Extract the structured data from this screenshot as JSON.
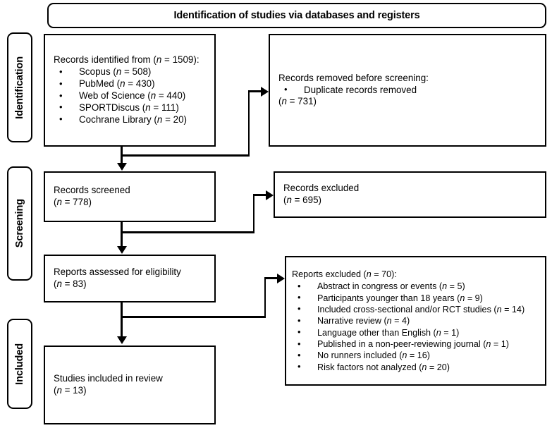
{
  "header": {
    "title": "Identification of studies via databases and registers"
  },
  "stages": [
    {
      "id": "identification",
      "label": "Identification"
    },
    {
      "id": "screening",
      "label": "Screening"
    },
    {
      "id": "included",
      "label": "Included"
    }
  ],
  "boxes": {
    "records_identified": {
      "lead_prefix": "Records identified from (",
      "lead_n": "n",
      "lead_suffix": " = 1509):",
      "sources": [
        {
          "name": "Scopus (",
          "n": "n",
          "count": " = 508)"
        },
        {
          "name": "PubMed (",
          "n": "n",
          "count": " = 430)"
        },
        {
          "name": "Web of Science (",
          "n": "n",
          "count": " = 440)"
        },
        {
          "name": "SPORTDiscus (",
          "n": "n",
          "count": " = 111)"
        },
        {
          "name": "Cochrane Library (",
          "n": "n",
          "count": " = 20)"
        }
      ]
    },
    "records_removed": {
      "lead": "Records removed before screening:",
      "bullet": "Duplicate records removed",
      "count_prefix": "(",
      "count_n": "n",
      "count_suffix": " = 731)"
    },
    "records_screened": {
      "lead": "Records screened",
      "count_prefix": "(",
      "count_n": "n",
      "count_suffix": " = 778)"
    },
    "records_excluded": {
      "lead": "Records excluded",
      "count_prefix": "(",
      "count_n": "n",
      "count_suffix": " = 695)"
    },
    "reports_assessed": {
      "lead": "Reports assessed for eligibility",
      "count_prefix": "(",
      "count_n": "n",
      "count_suffix": " = 83)"
    },
    "reports_excluded": {
      "lead_prefix": "Reports excluded (",
      "lead_n": "n",
      "lead_suffix": " = 70):",
      "reasons": [
        {
          "text": "Abstract in congress or events (",
          "n": "n",
          "count": " = 5)"
        },
        {
          "text": "Participants younger than 18 years (",
          "n": "n",
          "count": " = 9)"
        },
        {
          "text": "Included cross-sectional and/or RCT studies (",
          "n": "n",
          "count": " = 14)"
        },
        {
          "text": "Narrative review (",
          "n": "n",
          "count": " = 4)"
        },
        {
          "text": "Language other than English (",
          "n": "n",
          "count": " = 1)"
        },
        {
          "text": "Published in a non-peer-reviewing journal (",
          "n": "n",
          "count": " = 1)"
        },
        {
          "text": "No runners included (",
          "n": "n",
          "count": " = 16)"
        },
        {
          "text": "Risk factors not analyzed (",
          "n": "n",
          "count": " = 20)"
        }
      ]
    },
    "studies_included": {
      "lead": "Studies included in review",
      "count_prefix": "(",
      "count_n": "n",
      "count_suffix": " = 13)"
    }
  },
  "colors": {
    "stroke": "#000000",
    "background": "#ffffff",
    "text": "#000000"
  }
}
